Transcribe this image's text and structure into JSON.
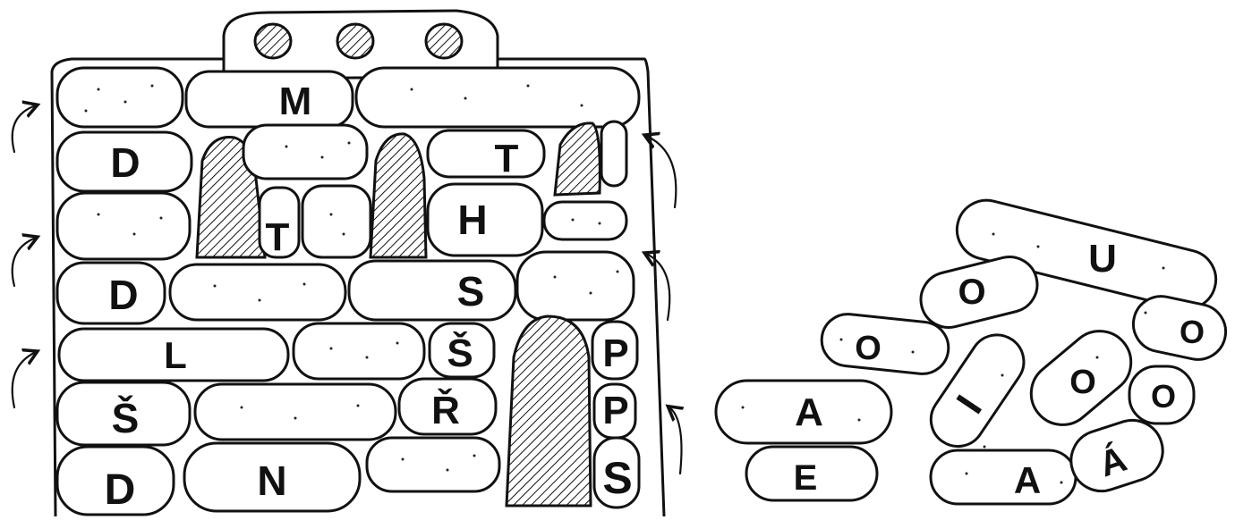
{
  "wall": {
    "top_cap_holes": 3,
    "letters": {
      "m": "M",
      "t_top": "T",
      "t_mid": "T",
      "h": "H",
      "s_mid": "S",
      "s_row5": "Š",
      "r_caron": "Ř",
      "l": "L",
      "p1": "P",
      "p2": "P",
      "s_bottom": "S",
      "d1": "D",
      "d2": "D",
      "d3": "D",
      "s_caron_left": "Š",
      "n": "N"
    }
  },
  "pile": {
    "letters": {
      "u": "U",
      "o1": "O",
      "o2": "O",
      "o3": "O",
      "o4": "O",
      "o5": "O",
      "i": "I",
      "a1": "A",
      "a2": "A",
      "a_acute": "Á",
      "e": "E"
    }
  },
  "colors": {
    "ink": "#111111",
    "background": "#ffffff"
  }
}
